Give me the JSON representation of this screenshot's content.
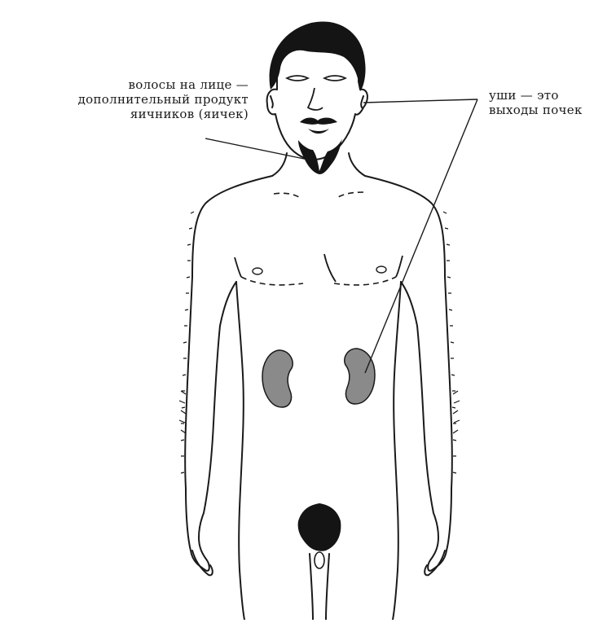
{
  "figure": {
    "annotations": {
      "facial_hair": {
        "lines": [
          "волосы на лице —",
          "дополнительный продукт",
          "яичников (яичек)"
        ]
      },
      "ears": {
        "lines": [
          "уши — это",
          "выходы почек"
        ]
      }
    },
    "colors": {
      "ink": "#1a1a1a",
      "hair": "#141414",
      "kidney": "#8a8a8a",
      "background": "#ffffff"
    }
  }
}
